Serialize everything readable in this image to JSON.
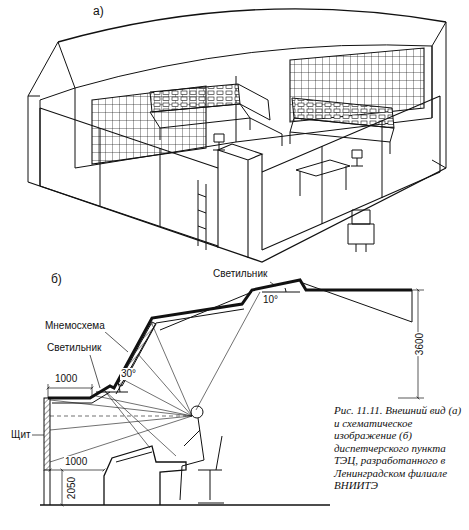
{
  "diagram": {
    "caption": "Рис. 11.11. Внешний вид (а) и схематическое изображение (б) диспетчерского пункта ТЭЦ, разработанного в Ленинградском филиале ВНИИТЭ",
    "labels": [
      "а)",
      "б)",
      "Светильник",
      "10°",
      "Мнемосхема",
      "Светильник",
      "30°",
      "1000",
      "3600",
      "Щит",
      "1000",
      "2050"
    ]
  }
}
